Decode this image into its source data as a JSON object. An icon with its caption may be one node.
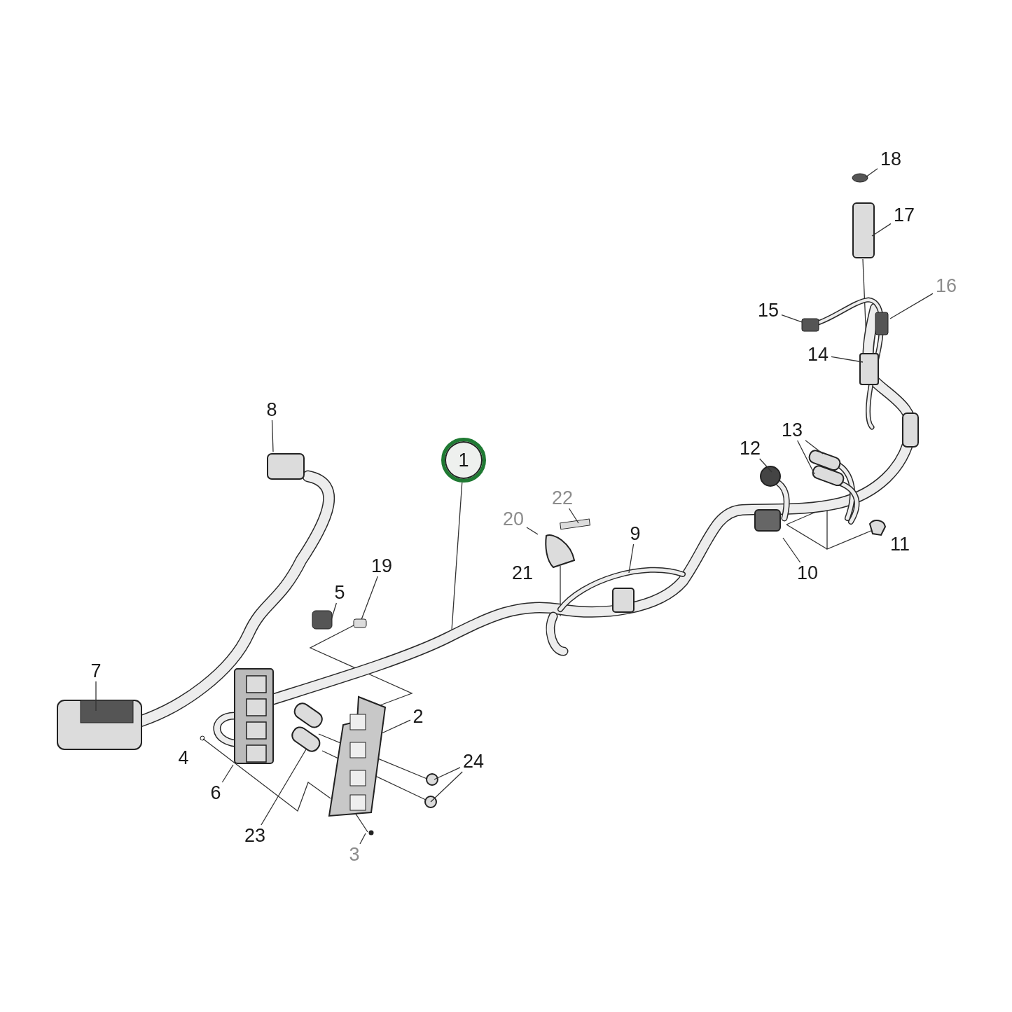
{
  "diagram": {
    "nodes": [
      {
        "text": [
          "1"
        ]
      },
      {
        "text": [
          "2"
        ]
      },
      {
        "text": [
          "3"
        ]
      },
      {
        "text": [
          "5"
        ]
      },
      {
        "text": [
          "6"
        ]
      },
      {
        "text": [
          "7"
        ]
      },
      {
        "text": [
          "8"
        ]
      },
      {
        "text": [
          "9"
        ]
      },
      {
        "text": [
          "10"
        ]
      },
      {
        "text": [
          "12"
        ]
      },
      {
        "text": [
          "13"
        ]
      },
      {
        "text": [
          "14"
        ]
      },
      {
        "text": [
          "15"
        ]
      },
      {
        "text": [
          "16"
        ]
      },
      {
        "text": [
          "17"
        ]
      },
      {
        "text": [
          "18"
        ]
      },
      {
        "text": [
          "19"
        ]
      },
      {
        "text": [
          "20"
        ]
      },
      {
        "text": [
          "22"
        ]
      },
      {
        "text": [
          "23"
        ]
      },
      {
        "text": [
          "24"
        ]
      },
      {
        "text": [],
        "shape": "box"
      },
      {
        "text": [],
        "shape": "box"
      }
    ],
    "edges": [
      {
        "from": 0,
        "to": null,
        "arrow": "none"
      },
      {
        "from": 1,
        "to": null,
        "arrow": "none"
      },
      {
        "from": 2,
        "to": null,
        "arrow": "none"
      },
      {
        "from": 3,
        "to": null,
        "arrow": "none"
      },
      {
        "from": 4,
        "to": null,
        "arrow": "none"
      },
      {
        "from": 5,
        "to": null,
        "arrow": "none"
      },
      {
        "from": 6,
        "to": null,
        "arrow": "none"
      },
      {
        "from": 7,
        "to": null,
        "arrow": "none"
      },
      {
        "from": 8,
        "to": null,
        "arrow": "none"
      },
      {
        "from": 9,
        "to": null,
        "arrow": "none"
      },
      {
        "from": 10,
        "to": null,
        "arrow": "none"
      },
      {
        "from": 10,
        "to": null,
        "arrow": "none"
      },
      {
        "from": 11,
        "to": null,
        "arrow": "none"
      },
      {
        "from": 12,
        "to": 21,
        "arrow": "none"
      },
      {
        "from": 13,
        "to": null,
        "arrow": "none"
      },
      {
        "from": 14,
        "to": null,
        "arrow": "none"
      },
      {
        "from": 15,
        "to": null,
        "arrow": "none"
      },
      {
        "from": 16,
        "to": 22,
        "arrow": "none"
      },
      {
        "from": 17,
        "to": null,
        "arrow": "none"
      },
      {
        "from": 18,
        "to": null,
        "arrow": "none"
      },
      {
        "from": 19,
        "to": null,
        "arrow": "none"
      },
      {
        "from": 20,
        "to": null,
        "arrow": "none"
      },
      {
        "from": 20,
        "to": null,
        "arrow": "none"
      }
    ],
    "labels": [
      "4",
      "11",
      "21"
    ]
  }
}
